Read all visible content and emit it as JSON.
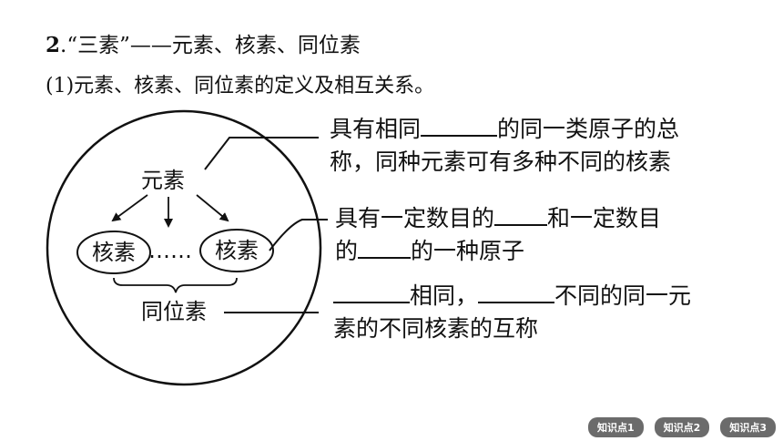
{
  "heading": {
    "number": "2",
    "text": ".“三素”——元素、核素、同位素"
  },
  "subheading": "(1)元素、核素、同位素的定义及相互关系。",
  "diagram": {
    "element_label": "元素",
    "nuclide_left": "核素",
    "dots": "……",
    "nuclide_right": "核素",
    "isotope_label": "同位素"
  },
  "descriptions": {
    "element": {
      "line1_prefix": "具有相同",
      "line1_suffix": "的同一类原子的总",
      "line2": "称，同种元素可有多种不同的核素"
    },
    "nuclide": {
      "line1_prefix": "具有一定数目的",
      "line1_suffix": "和一定数目",
      "line2_prefix": "的",
      "line2_suffix": "的一种原子"
    },
    "isotope": {
      "line1_mid": "相同，",
      "line1_suffix": "不同的同一元",
      "line2": "素的不同核素的互称"
    }
  },
  "footer": {
    "buttons": [
      "知识点1",
      "知识点2",
      "知识点3"
    ]
  }
}
